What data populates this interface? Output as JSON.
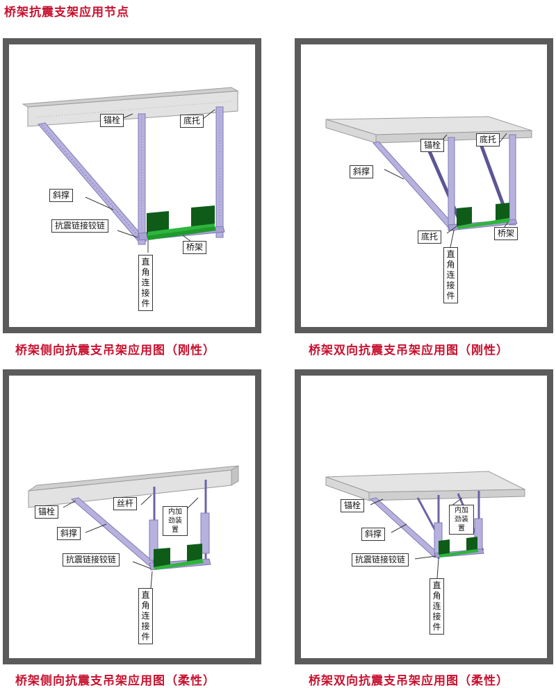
{
  "title": "桥架抗震支架应用节点",
  "colors": {
    "accent": "#c8102e",
    "frame": "#5b5b5b",
    "concrete": "#d9d9d9",
    "steel": "#b7b2dd",
    "steel_dark": "#7f78b8",
    "tray": "#1f9a2c",
    "tray_side": "#0e5c18"
  },
  "panels": [
    {
      "caption": "桥架侧向抗震支吊架应用图（刚性）",
      "labels": {
        "anchor": "锚栓",
        "base": "底托",
        "brace": "斜撑",
        "hinge": "抗震链接铰链",
        "tray": "桥架",
        "connector": "直角连接件"
      }
    },
    {
      "caption": "桥架双向抗震支吊架应用图（刚性）",
      "labels": {
        "anchor": "锚栓",
        "base_top": "底托",
        "brace": "斜撑",
        "base_bottom": "底托",
        "tray": "桥架",
        "connector": "直角连接件"
      }
    },
    {
      "caption": "桥架侧向抗震支吊架应用图（柔性）",
      "labels": {
        "anchor": "锚栓",
        "rod": "丝杆",
        "stiffener": "内加劲装置",
        "brace": "斜撑",
        "hinge": "抗震链接铰链",
        "connector": "直角连接件"
      }
    },
    {
      "caption": "桥架双向抗震支吊架应用图（柔性）",
      "labels": {
        "anchor": "锚栓",
        "stiffener": "内加劲装置",
        "brace": "斜撑",
        "hinge": "抗震链接铰链",
        "connector": "直角连接件"
      }
    }
  ]
}
